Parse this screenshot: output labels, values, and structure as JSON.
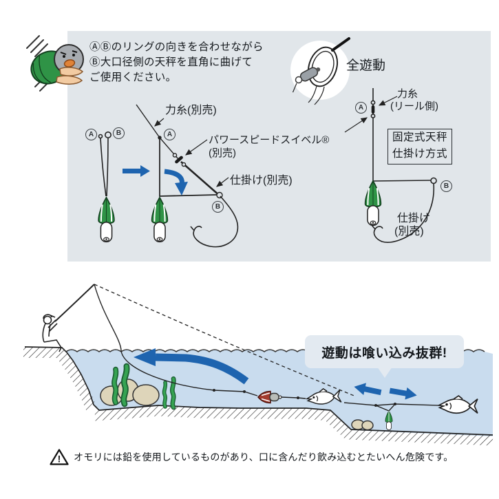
{
  "colors": {
    "panel_bg": "#e1e6ea",
    "water": "#c9dcee",
    "arrow_blue": "#1e64af",
    "sinker_green": "#2f9346",
    "sinker_red": "#a33b2e",
    "rock_tan": "#ded5ba",
    "seaweed_green": "#36a352",
    "bubble_bg": "#e3eaf1",
    "outline": "#222222"
  },
  "top_panel": {
    "instructions": [
      "ⒶⒷのリングの向きを合わせながら",
      "Ⓑ大口径側の天秤を直角に曲げて",
      "ご使用ください。"
    ],
    "labels": {
      "power_line": "力糸(別売)",
      "swivel_line1": "パワースピードスイベル®",
      "swivel_line2": "(別売)",
      "rig": "仕掛け(別売)",
      "full_sliding": "全遊動",
      "reel_line1": "力糸",
      "reel_line2": "(リール側)",
      "fixed_method_line1": "固定式天秤",
      "fixed_method_line2": "仕掛け方式",
      "rig2_line1": "仕掛け",
      "rig2_line2": "(別売)",
      "ring_a": "A",
      "ring_b": "B"
    }
  },
  "scene": {
    "callout": "遊動は喰い込み抜群!"
  },
  "warning": {
    "icon": "!",
    "text": "オモリには鉛を使用しているものがあり、口に含んだり飲み込むとたいへん危険です。"
  }
}
